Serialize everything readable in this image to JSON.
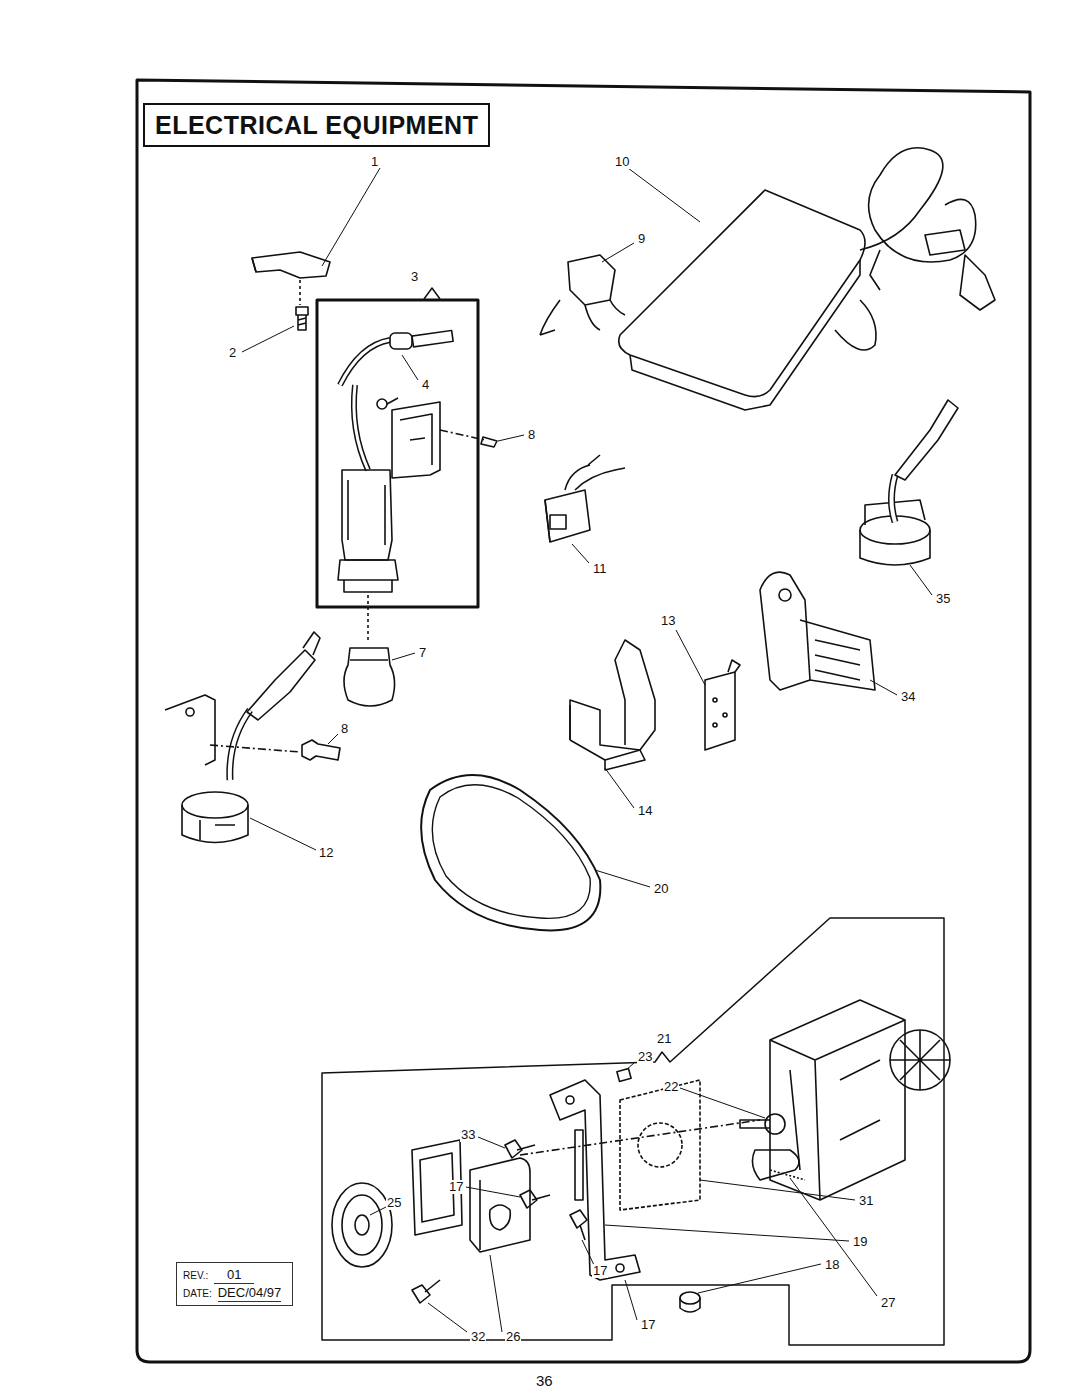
{
  "diagram": {
    "title": "ELECTRICAL EQUIPMENT",
    "nodes": [
      {
        "text": [
          "REV.:",
          "01",
          "DATE:",
          "DEC/04/97"
        ]
      }
    ],
    "labels": [
      "1",
      "2",
      "3",
      "4",
      "8",
      "7",
      "8",
      "12",
      "9",
      "10",
      "11",
      "35",
      "13",
      "34",
      "14",
      "20",
      "21",
      "23",
      "22",
      "33",
      "31",
      "17",
      "25",
      "19",
      "27",
      "18",
      "17",
      "17",
      "32",
      "26",
      "36"
    ]
  }
}
